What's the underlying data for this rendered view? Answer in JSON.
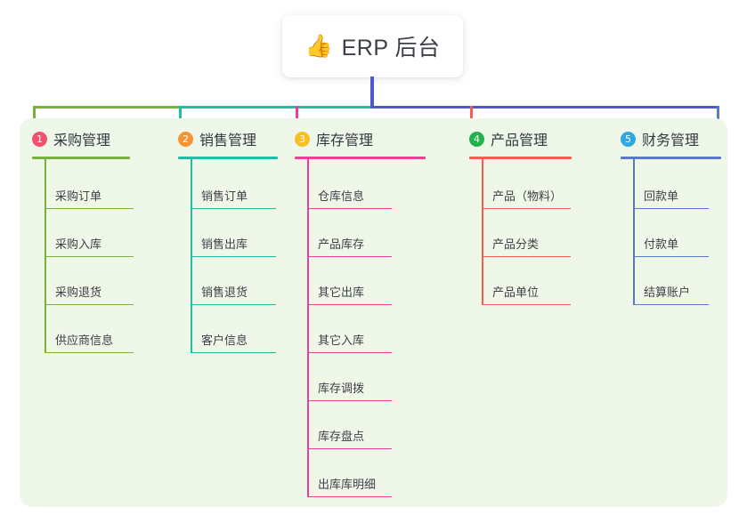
{
  "root": {
    "icon": "thumbs-up-icon",
    "icon_glyph": "👍",
    "title": "ERP 后台"
  },
  "colors": {
    "panel_bg": "#eff7e9",
    "card_bg": "#ffffff",
    "text": "#3d4148",
    "stem": "#4f58cf",
    "bus_left": "#79b23f",
    "bus_mid": "#1fbfa6",
    "bus_right": "#4f58cf"
  },
  "columns": [
    {
      "index": "1",
      "title": "采购管理",
      "badge_color": "#f4516c",
      "line_color": "#79b23f",
      "items": [
        "采购订单",
        "采购入库",
        "采购退货",
        "供应商信息"
      ]
    },
    {
      "index": "2",
      "title": "销售管理",
      "badge_color": "#f79434",
      "line_color": "#1fbfa6",
      "items": [
        "销售订单",
        "销售出库",
        "销售退货",
        "客户信息"
      ]
    },
    {
      "index": "3",
      "title": "库存管理",
      "badge_color": "#f9bf24",
      "line_color": "#ea3f96",
      "items": [
        "仓库信息",
        "产品库存",
        "其它出库",
        "其它入库",
        "库存调拨",
        "库存盘点",
        "出库库明细"
      ]
    },
    {
      "index": "4",
      "title": "产品管理",
      "badge_color": "#22b24c",
      "line_color": "#f4604f",
      "items": [
        "产品（物料）",
        "产品分类",
        "产品单位"
      ]
    },
    {
      "index": "5",
      "title": "财务管理",
      "badge_color": "#2fa8e0",
      "line_color": "#5a78d0",
      "items": [
        "回款单",
        "付款单",
        "结算账户"
      ]
    }
  ]
}
